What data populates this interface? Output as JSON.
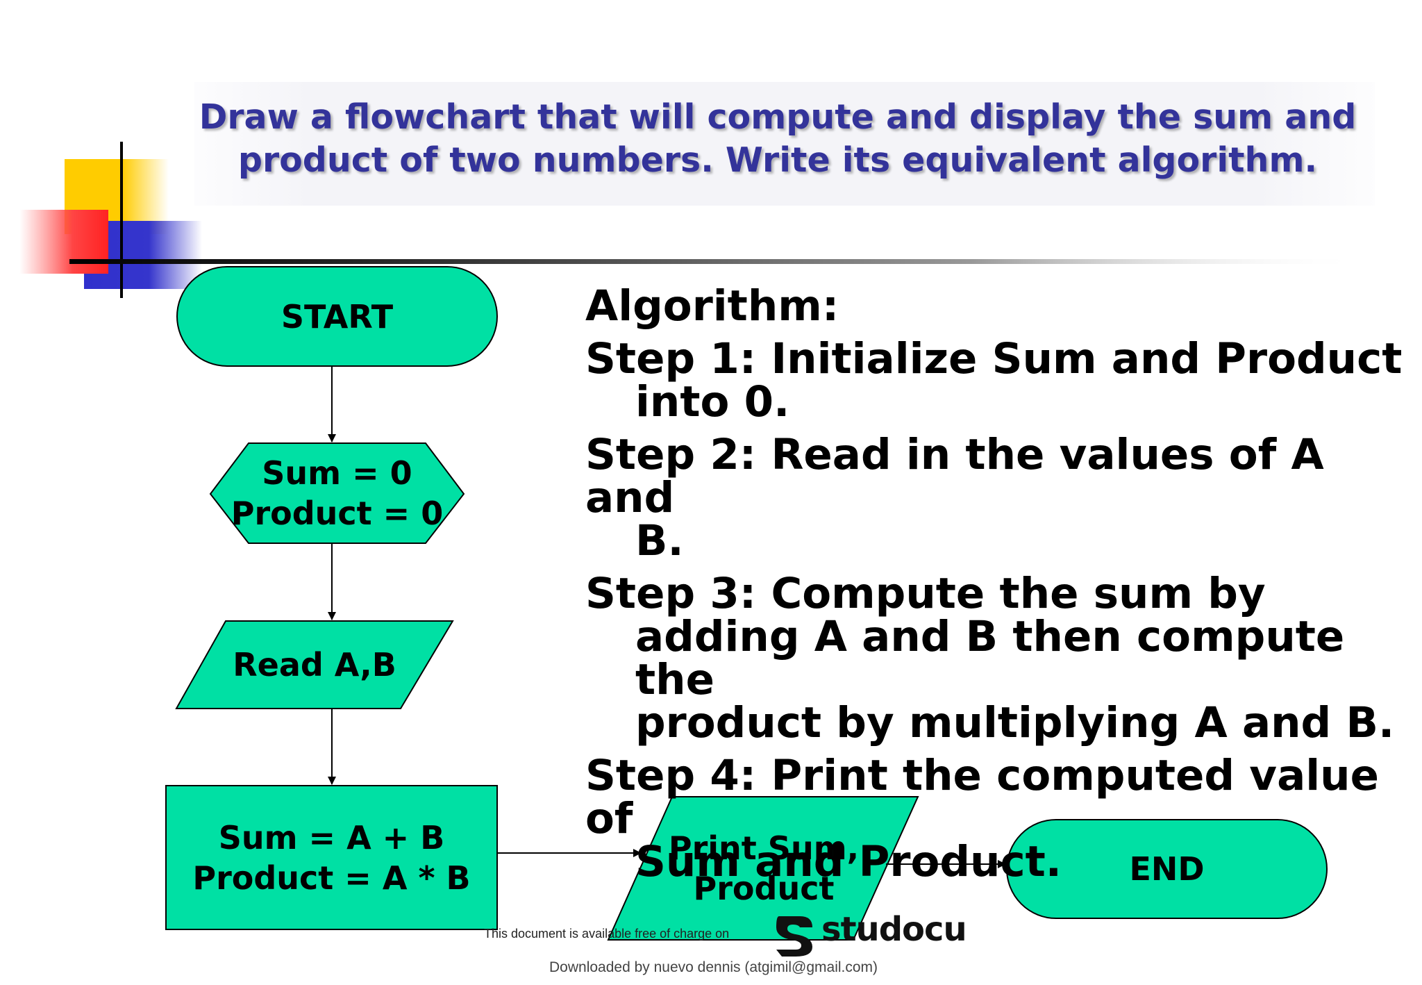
{
  "title": {
    "line1": "Draw a flowchart that will compute and display the sum and",
    "line2": "product of two numbers.  Write its equivalent algorithm."
  },
  "flowchart": {
    "fill_color": "#00e0a4",
    "nodes": {
      "start": "START",
      "init": [
        "Sum = 0",
        "Product = 0"
      ],
      "read": "Read A,B",
      "compute": [
        "Sum = A + B",
        "Product = A * B"
      ],
      "print": [
        "Print Sum,",
        "Product"
      ],
      "end": "END"
    }
  },
  "algorithm": {
    "heading": "Algorithm:",
    "steps": [
      [
        "Step 1: Initialize Sum and Product",
        "into 0."
      ],
      [
        "Step 2: Read in the values of A and",
        "B."
      ],
      [
        "Step 3: Compute the sum by",
        "adding A and B then compute the",
        "product by multiplying A and B."
      ],
      [
        "Step 4: Print the computed value of",
        "Sum and Product."
      ]
    ]
  },
  "footer": {
    "availability_text": "This document is available free of charge on",
    "brand": "studocu",
    "downloaded_by": "Downloaded by nuevo dennis (atgimil@gmail.com)"
  },
  "colors": {
    "title": "#33339a",
    "deco_yellow": "#ffcc00",
    "deco_red": "#ff3333",
    "deco_blue": "#3333cc"
  }
}
